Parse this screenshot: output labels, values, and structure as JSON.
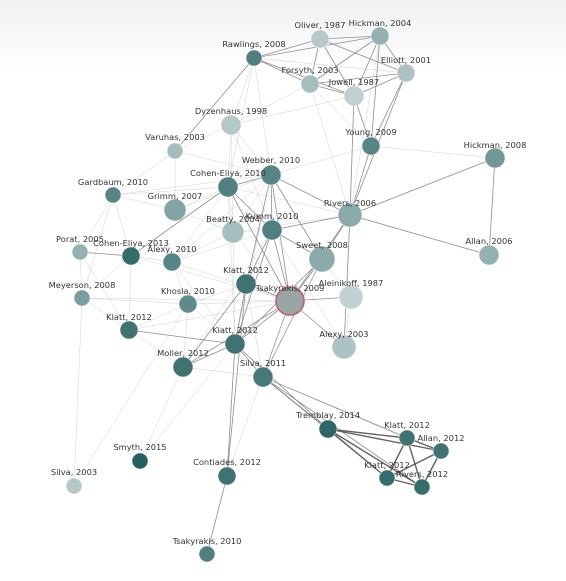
{
  "graph": {
    "nodes": [
      {
        "id": "oliver1987",
        "label": "Oliver, 1987",
        "shade": 0.15
      },
      {
        "id": "hickman2004",
        "label": "Hickman, 2004",
        "shade": 0.35
      },
      {
        "id": "rawlings2008",
        "label": "Rawlings, 2008",
        "shade": 0.75
      },
      {
        "id": "elliott2001",
        "label": "Elliott, 2001",
        "shade": 0.2
      },
      {
        "id": "forsyth2003",
        "label": "Forsyth, 2003",
        "shade": 0.25
      },
      {
        "id": "jowell1987",
        "label": "Jowell, 1987",
        "shade": 0.1
      },
      {
        "id": "dyzenhaus1998",
        "label": "Dyzenhaus, 1998",
        "shade": 0.15
      },
      {
        "id": "young2009",
        "label": "Young, 2009",
        "shade": 0.7
      },
      {
        "id": "varuhas2003",
        "label": "Varuhas, 2003",
        "shade": 0.25
      },
      {
        "id": "hickman2008",
        "label": "Hickman, 2008",
        "shade": 0.55
      },
      {
        "id": "webber2010",
        "label": "Webber, 2010",
        "shade": 0.7
      },
      {
        "id": "cohenelya2010",
        "label": "Cohen-Eliya, 2010",
        "shade": 0.75
      },
      {
        "id": "gardbaum2010",
        "label": "Gardbaum, 2010",
        "shade": 0.7
      },
      {
        "id": "grimm2007",
        "label": "Grimm, 2007",
        "shade": 0.45
      },
      {
        "id": "rivers2006",
        "label": "Rivers, 2006",
        "shade": 0.4
      },
      {
        "id": "beatty2004",
        "label": "Beatty, 2004",
        "shade": 0.25
      },
      {
        "id": "kumm2010",
        "label": "Kumm, 2010",
        "shade": 0.75
      },
      {
        "id": "porat2005",
        "label": "Porat, 2005",
        "shade": 0.35
      },
      {
        "id": "cohenelya2013",
        "label": "Cohen-Eliya, 2013",
        "shade": 0.9
      },
      {
        "id": "alexy2010",
        "label": "Alexy, 2010",
        "shade": 0.7
      },
      {
        "id": "sweet2008",
        "label": "Sweet, 2008",
        "shade": 0.4
      },
      {
        "id": "allan2006",
        "label": "Allan, 2006",
        "shade": 0.35
      },
      {
        "id": "klatt2012a",
        "label": "Klatt, 2012",
        "shade": 0.85
      },
      {
        "id": "aleinikoff1987",
        "label": "Aleinikoff, 1987",
        "shade": 0.08
      },
      {
        "id": "meyerson2008",
        "label": "Meyerson, 2008",
        "shade": 0.5
      },
      {
        "id": "tsakyrakis2009",
        "label": "Tsakyrakis, 2009",
        "shade": 0.5,
        "highlight": true
      },
      {
        "id": "khosla2010",
        "label": "Khosla, 2010",
        "shade": 0.65
      },
      {
        "id": "klatt2012b",
        "label": "Klatt, 2012",
        "shade": 0.85
      },
      {
        "id": "klatt2012c",
        "label": "Klatt, 2012",
        "shade": 0.85
      },
      {
        "id": "alexy2003",
        "label": "Alexy, 2003",
        "shade": 0.2
      },
      {
        "id": "moller2012",
        "label": "Moller, 2012",
        "shade": 0.85
      },
      {
        "id": "silva2011",
        "label": "Silva, 2011",
        "shade": 0.8
      },
      {
        "id": "tremblay2014",
        "label": "Tremblay, 2014",
        "shade": 0.95
      },
      {
        "id": "klatt2012d",
        "label": "Klatt, 2012",
        "shade": 0.85
      },
      {
        "id": "allan2012",
        "label": "Allan, 2012",
        "shade": 0.85
      },
      {
        "id": "smyth2015",
        "label": "Smyth, 2015",
        "shade": 1.0
      },
      {
        "id": "klatt2012e",
        "label": "Klatt, 2012",
        "shade": 0.9
      },
      {
        "id": "rivers2012",
        "label": "Rivers, 2012",
        "shade": 0.9
      },
      {
        "id": "contiades2012",
        "label": "Contiades, 2012",
        "shade": 0.85
      },
      {
        "id": "silva2003",
        "label": "Silva, 2003",
        "shade": 0.15
      },
      {
        "id": "tsakyrakis2010",
        "label": "Tsakyrakis, 2010",
        "shade": 0.75
      }
    ],
    "edges": [
      [
        "rawlings2008",
        "oliver1987",
        1
      ],
      [
        "rawlings2008",
        "hickman2004",
        1
      ],
      [
        "rawlings2008",
        "forsyth2003",
        1
      ],
      [
        "rawlings2008",
        "jowell1987",
        1
      ],
      [
        "rawlings2008",
        "varuhas2003",
        1
      ],
      [
        "rawlings2008",
        "dyzenhaus1998",
        0
      ],
      [
        "rawlings2008",
        "cohenelya2010",
        0
      ],
      [
        "rawlings2008",
        "webber2010",
        0
      ],
      [
        "rawlings2008",
        "elliott2001",
        0
      ],
      [
        "oliver1987",
        "hickman2004",
        1
      ],
      [
        "oliver1987",
        "elliott2001",
        1
      ],
      [
        "oliver1987",
        "jowell1987",
        1
      ],
      [
        "oliver1987",
        "forsyth2003",
        1
      ],
      [
        "hickman2004",
        "elliott2001",
        1
      ],
      [
        "hickman2004",
        "forsyth2003",
        1
      ],
      [
        "hickman2004",
        "jowell1987",
        1
      ],
      [
        "hickman2004",
        "young2009",
        1
      ],
      [
        "elliott2001",
        "forsyth2003",
        1
      ],
      [
        "elliott2001",
        "jowell1987",
        1
      ],
      [
        "elliott2001",
        "young2009",
        1
      ],
      [
        "elliott2001",
        "rivers2006",
        1
      ],
      [
        "forsyth2003",
        "jowell1987",
        1
      ],
      [
        "forsyth2003",
        "young2009",
        0
      ],
      [
        "forsyth2003",
        "dyzenhaus1998",
        0
      ],
      [
        "forsyth2003",
        "rivers2006",
        0
      ],
      [
        "jowell1987",
        "young2009",
        1
      ],
      [
        "jowell1987",
        "rivers2006",
        1
      ],
      [
        "jowell1987",
        "dyzenhaus1998",
        0
      ],
      [
        "hickman2008",
        "rivers2006",
        1
      ],
      [
        "hickman2008",
        "allan2006",
        1
      ],
      [
        "hickman2008",
        "young2009",
        0
      ],
      [
        "rivers2006",
        "allan2006",
        1
      ],
      [
        "rivers2006",
        "young2009",
        1
      ],
      [
        "rivers2006",
        "webber2010",
        1
      ],
      [
        "rivers2006",
        "kumm2010",
        1
      ],
      [
        "rivers2006",
        "sweet2008",
        1
      ],
      [
        "rivers2006",
        "tsakyrakis2009",
        1
      ],
      [
        "rivers2006",
        "alexy2003",
        1
      ],
      [
        "rivers2006",
        "beatty2004",
        0
      ],
      [
        "rivers2006",
        "cohenelya2010",
        0
      ],
      [
        "rivers2006",
        "hickman2004",
        0
      ],
      [
        "varuhas2003",
        "dyzenhaus1998",
        0
      ],
      [
        "varuhas2003",
        "webber2010",
        0
      ],
      [
        "varuhas2003",
        "gardbaum2010",
        0
      ],
      [
        "varuhas2003",
        "grimm2007",
        0
      ],
      [
        "dyzenhaus1998",
        "webber2010",
        0
      ],
      [
        "dyzenhaus1998",
        "cohenelya2010",
        0
      ],
      [
        "dyzenhaus1998",
        "kumm2010",
        0
      ],
      [
        "dyzenhaus1998",
        "beatty2004",
        0
      ],
      [
        "webber2010",
        "cohenelya2010",
        1
      ],
      [
        "webber2010",
        "kumm2010",
        1
      ],
      [
        "webber2010",
        "tsakyrakis2009",
        1
      ],
      [
        "webber2010",
        "sweet2008",
        1
      ],
      [
        "webber2010",
        "beatty2004",
        0
      ],
      [
        "webber2010",
        "klatt2012a",
        1
      ],
      [
        "webber2010",
        "grimm2007",
        0
      ],
      [
        "webber2010",
        "gardbaum2010",
        0
      ],
      [
        "webber2010",
        "alexy2010",
        0
      ],
      [
        "webber2010",
        "klatt2012c",
        0
      ],
      [
        "webber2010",
        "young2009",
        0
      ],
      [
        "cohenelya2010",
        "kumm2010",
        1
      ],
      [
        "cohenelya2010",
        "tsakyrakis2009",
        1
      ],
      [
        "cohenelya2010",
        "gardbaum2010",
        0
      ],
      [
        "cohenelya2010",
        "grimm2007",
        0
      ],
      [
        "cohenelya2010",
        "cohenelya2013",
        1
      ],
      [
        "cohenelya2010",
        "alexy2010",
        0
      ],
      [
        "cohenelya2010",
        "beatty2004",
        0
      ],
      [
        "cohenelya2010",
        "klatt2012c",
        0
      ],
      [
        "gardbaum2010",
        "grimm2007",
        0
      ],
      [
        "gardbaum2010",
        "porat2005",
        0
      ],
      [
        "gardbaum2010",
        "meyerson2008",
        0
      ],
      [
        "gardbaum2010",
        "cohenelya2013",
        0
      ],
      [
        "kumm2010",
        "tsakyrakis2009",
        1
      ],
      [
        "kumm2010",
        "sweet2008",
        1
      ],
      [
        "kumm2010",
        "beatty2004",
        0
      ],
      [
        "kumm2010",
        "klatt2012a",
        1
      ],
      [
        "kumm2010",
        "klatt2012c",
        1
      ],
      [
        "kumm2010",
        "alexy2010",
        0
      ],
      [
        "kumm2010",
        "moller2012",
        0
      ],
      [
        "beatty2004",
        "tsakyrakis2009",
        0
      ],
      [
        "beatty2004",
        "alexy2010",
        0
      ],
      [
        "beatty2004",
        "grimm2007",
        0
      ],
      [
        "beatty2004",
        "klatt2012c",
        0
      ],
      [
        "porat2005",
        "cohenelya2013",
        1
      ],
      [
        "porat2005",
        "meyerson2008",
        0
      ],
      [
        "porat2005",
        "klatt2012b",
        0
      ],
      [
        "cohenelya2013",
        "alexy2010",
        0
      ],
      [
        "cohenelya2013",
        "meyerson2008",
        0
      ],
      [
        "cohenelya2013",
        "klatt2012b",
        0
      ],
      [
        "cohenelya2013",
        "tsakyrakis2009",
        0
      ],
      [
        "alexy2010",
        "tsakyrakis2009",
        0
      ],
      [
        "alexy2010",
        "khosla2010",
        0
      ],
      [
        "alexy2010",
        "klatt2012c",
        0
      ],
      [
        "sweet2008",
        "tsakyrakis2009",
        1
      ],
      [
        "sweet2008",
        "klatt2012c",
        1
      ],
      [
        "sweet2008",
        "silva2011",
        1
      ],
      [
        "sweet2008",
        "aleinikoff1987",
        0
      ],
      [
        "tsakyrakis2009",
        "klatt2012a",
        1
      ],
      [
        "tsakyrakis2009",
        "aleinikoff1987",
        1
      ],
      [
        "tsakyrakis2009",
        "alexy2003",
        1
      ],
      [
        "tsakyrakis2009",
        "klatt2012c",
        1
      ],
      [
        "tsakyrakis2009",
        "silva2011",
        1
      ],
      [
        "tsakyrakis2009",
        "moller2012",
        1
      ],
      [
        "tsakyrakis2009",
        "khosla2010",
        0
      ],
      [
        "tsakyrakis2009",
        "meyerson2008",
        0
      ],
      [
        "tsakyrakis2009",
        "klatt2012b",
        0
      ],
      [
        "tsakyrakis2009",
        "contiades2012",
        0
      ],
      [
        "klatt2012a",
        "klatt2012c",
        1
      ],
      [
        "klatt2012a",
        "khosla2010",
        0
      ],
      [
        "klatt2012a",
        "moller2012",
        1
      ],
      [
        "klatt2012a",
        "silva2011",
        0
      ],
      [
        "klatt2012a",
        "contiades2012",
        1
      ],
      [
        "meyerson2008",
        "klatt2012b",
        0
      ],
      [
        "meyerson2008",
        "khosla2010",
        0
      ],
      [
        "khosla2010",
        "klatt2012c",
        0
      ],
      [
        "khosla2010",
        "moller2012",
        0
      ],
      [
        "khosla2010",
        "klatt2012b",
        0
      ],
      [
        "klatt2012b",
        "klatt2012c",
        1
      ],
      [
        "klatt2012b",
        "moller2012",
        0
      ],
      [
        "klatt2012c",
        "moller2012",
        1
      ],
      [
        "klatt2012c",
        "silva2011",
        1
      ],
      [
        "klatt2012c",
        "contiades2012",
        1
      ],
      [
        "klatt2012c",
        "smyth2015",
        0
      ],
      [
        "klatt2012c",
        "tremblay2014",
        1
      ],
      [
        "moller2012",
        "silva2011",
        0
      ],
      [
        "moller2012",
        "smyth2015",
        0
      ],
      [
        "silva2011",
        "tremblay2014",
        1
      ],
      [
        "silva2011",
        "klatt2012d",
        1
      ],
      [
        "silva2011",
        "rivers2012",
        1
      ],
      [
        "silva2011",
        "klatt2012e",
        1
      ],
      [
        "silva2011",
        "allan2012",
        0
      ],
      [
        "tremblay2014",
        "klatt2012d",
        2
      ],
      [
        "tremblay2014",
        "allan2012",
        2
      ],
      [
        "tremblay2014",
        "klatt2012e",
        2
      ],
      [
        "tremblay2014",
        "rivers2012",
        2
      ],
      [
        "klatt2012d",
        "allan2012",
        2
      ],
      [
        "klatt2012d",
        "klatt2012e",
        2
      ],
      [
        "klatt2012d",
        "rivers2012",
        2
      ],
      [
        "allan2012",
        "klatt2012e",
        2
      ],
      [
        "allan2012",
        "rivers2012",
        2
      ],
      [
        "klatt2012e",
        "rivers2012",
        2
      ],
      [
        "meyerson2008",
        "silva2003",
        0
      ],
      [
        "khosla2010",
        "silva2003",
        0
      ],
      [
        "contiades2012",
        "tsakyrakis2010",
        1
      ],
      [
        "aleinikoff1987",
        "alexy2003",
        0
      ],
      [
        "alexy2003",
        "kumm2010",
        0
      ]
    ]
  }
}
